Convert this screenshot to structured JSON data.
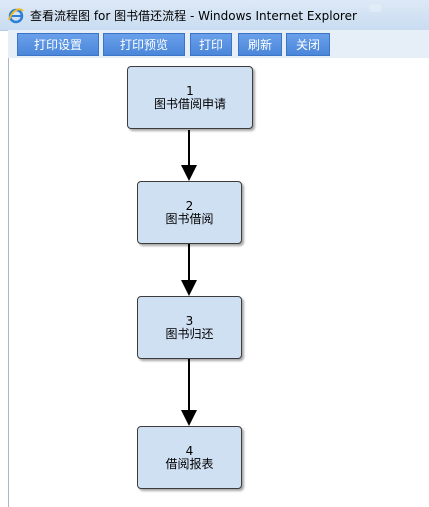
{
  "window": {
    "title": "查看流程图 for 图书借还流程 - Windows Internet Explorer",
    "icon": "ie-logo-icon"
  },
  "toolbar": {
    "buttons": [
      {
        "label": "打印设置"
      },
      {
        "label": "打印预览"
      },
      {
        "label": "打印"
      },
      {
        "label": "刷新"
      },
      {
        "label": "关闭"
      }
    ]
  },
  "flow": {
    "nodes": [
      {
        "number": "1",
        "label": "图书借阅申请"
      },
      {
        "number": "2",
        "label": "图书借阅"
      },
      {
        "number": "3",
        "label": "图书归还"
      },
      {
        "number": "4",
        "label": "借阅报表"
      }
    ]
  },
  "colors": {
    "node_fill": "#cfe0f3",
    "button_fill": "#4a86da",
    "toolbar_bg": "#e6eef8"
  }
}
